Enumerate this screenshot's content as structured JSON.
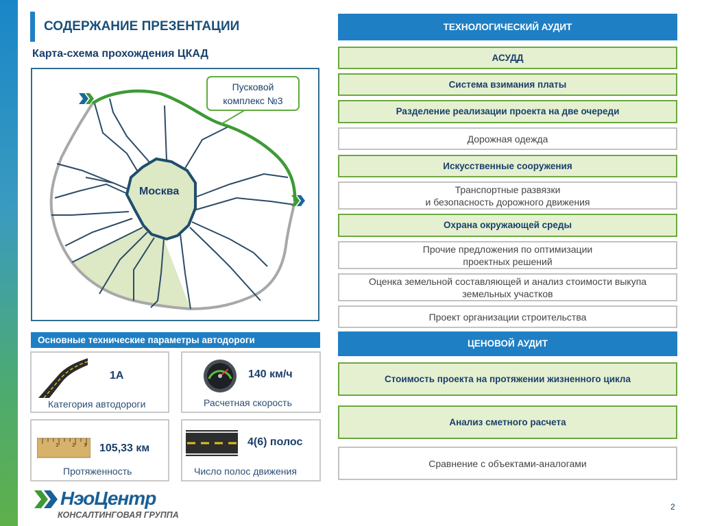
{
  "header": {
    "title": "СОДЕРЖАНИЕ ПРЕЗЕНТАЦИИ",
    "subtitle": "Карта-схема прохождения ЦКАД"
  },
  "map": {
    "city_label": "Москва",
    "callout_line1": "Пусковой",
    "callout_line2": "комплекс №3"
  },
  "params": {
    "heading": "Основные технические параметры автодороги",
    "items": [
      {
        "value": "1А",
        "label": "Категория автодороги",
        "icon": "road-icon"
      },
      {
        "value": "140 км/ч",
        "label": "Расчетная скорость",
        "icon": "speedometer-icon"
      },
      {
        "value": "105,33 км",
        "label": "Протяженность",
        "icon": "ruler-icon"
      },
      {
        "value": "4(6) полос",
        "label": "Число полос движения",
        "icon": "lanes-icon"
      }
    ]
  },
  "tech_audit": {
    "heading": "ТЕХНОЛОГИЧЕСКИЙ АУДИТ",
    "items": [
      {
        "text": "АСУДД",
        "style": "green"
      },
      {
        "text": "Система взимания платы",
        "style": "green"
      },
      {
        "text": "Разделение реализации проекта на две очереди",
        "style": "green"
      },
      {
        "text": "Дорожная одежда",
        "style": "white"
      },
      {
        "text": "Искусственные сооружения",
        "style": "green"
      },
      {
        "line1": "Транспортные развязки",
        "line2": "и безопасность дорожного движения",
        "style": "white"
      },
      {
        "text": "Охрана окружающей среды",
        "style": "green"
      },
      {
        "line1": "Прочие предложения по оптимизации",
        "line2": "проектных решений",
        "style": "white"
      },
      {
        "line1": "Оценка земельной составляющей и анализ стоимости выкупа",
        "line2": "земельных участков",
        "style": "white"
      },
      {
        "text": "Проект организации строительства",
        "style": "white"
      }
    ]
  },
  "price_audit": {
    "heading": "ЦЕНОВОЙ АУДИТ",
    "items": [
      {
        "text": "Стоимость проекта на протяжении жизненного цикла",
        "style": "green"
      },
      {
        "text": "Анализ сметного расчета",
        "style": "green"
      },
      {
        "text": "Сравнение с объектами-аналогами",
        "style": "white"
      }
    ]
  },
  "logo": {
    "main": "НэоЦентр",
    "sub": "КОНСАЛТИНГОВАЯ ГРУППА"
  },
  "page_number": "2",
  "colors": {
    "accent_blue": "#1f7fc4",
    "green_border": "#6ba83e",
    "green_fill": "#e5f0d1",
    "ring_green": "#3d9a35",
    "dark_blue": "#1a3f6a"
  }
}
